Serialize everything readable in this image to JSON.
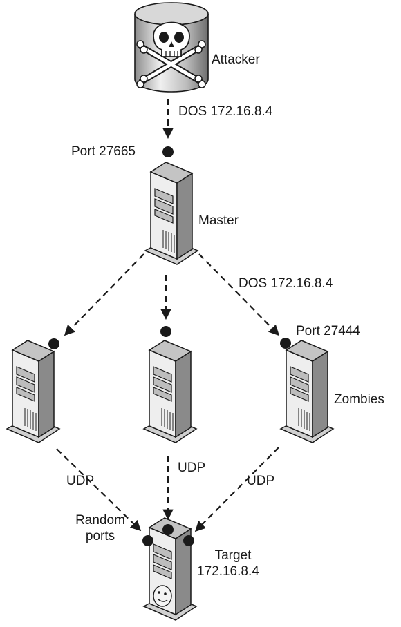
{
  "labels": {
    "attacker": "Attacker",
    "attacker_command": "DOS 172.16.8.4",
    "master_port": "Port 27665",
    "master": "Master",
    "master_command": "DOS 172.16.8.4",
    "zombie_port": "Port 27444",
    "zombies": "Zombies",
    "udp_left": "UDP",
    "udp_middle": "UDP",
    "udp_right": "UDP",
    "random_ports_line1": "Random",
    "random_ports_line2": "ports",
    "target_line1": "Target",
    "target_line2": "172.16.8.4"
  },
  "icons": {
    "attacker": "skull-crossbones-icon",
    "server": "tower-server-icon",
    "target": "tower-server-smiley-icon",
    "port": "port-dot-icon"
  },
  "colors": {
    "ink": "#1a1a1a",
    "server_light": "#e6e6e6",
    "server_mid": "#b0b0b0",
    "server_dark": "#6a6a6a"
  }
}
